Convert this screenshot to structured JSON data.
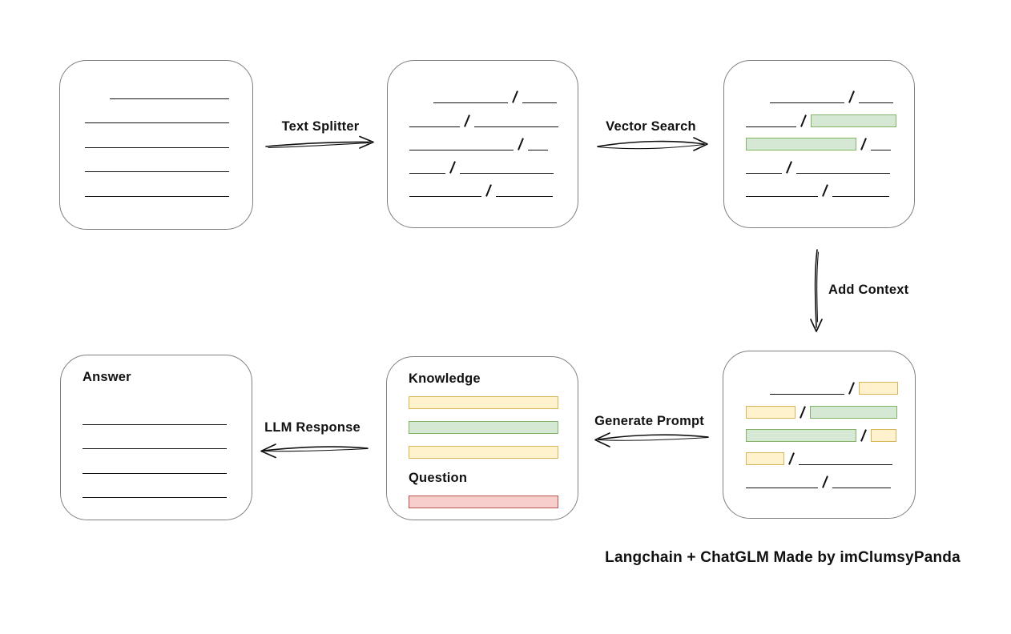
{
  "caption": "Langchain + ChatGLM Made by imClumsyPanda",
  "arrows": {
    "text_splitter": {
      "label": "Text Splitter"
    },
    "vector_search": {
      "label": "Vector Search"
    },
    "add_context": {
      "label": "Add Context"
    },
    "generate_prompt": {
      "label": "Generate Prompt"
    },
    "llm_response": {
      "label": "LLM Response"
    }
  },
  "colors": {
    "green_fill": "#d5e8d4",
    "green_border": "#82b366",
    "yellow_fill": "#fff2cc",
    "yellow_border": "#d6b656",
    "red_fill": "#f8cecc",
    "red_border": "#b85450",
    "box_border": "#7f7f7f",
    "stroke": "#111111"
  },
  "boxes": {
    "document": {
      "lines": [
        {
          "indent": 31,
          "w": 149
        },
        {
          "indent": 0,
          "w": 180
        },
        {
          "indent": 0,
          "w": 180
        },
        {
          "indent": 0,
          "w": 180
        },
        {
          "indent": 0,
          "w": 180
        }
      ]
    },
    "chunks": {
      "rows": [
        {
          "indent": 30,
          "a": {
            "t": "line",
            "w": 93
          },
          "b": {
            "t": "line",
            "w": 43
          }
        },
        {
          "indent": 0,
          "a": {
            "t": "line",
            "w": 63
          },
          "b": {
            "t": "line",
            "w": 105
          }
        },
        {
          "indent": 0,
          "a": {
            "t": "line",
            "w": 130
          },
          "b": {
            "t": "line",
            "w": 25
          }
        },
        {
          "indent": 0,
          "a": {
            "t": "line",
            "w": 45
          },
          "b": {
            "t": "line",
            "w": 117
          }
        },
        {
          "indent": 0,
          "a": {
            "t": "line",
            "w": 90
          },
          "b": {
            "t": "line",
            "w": 71
          }
        }
      ]
    },
    "vector_results": {
      "rows": [
        {
          "indent": 30,
          "a": {
            "t": "line",
            "w": 93
          },
          "b": {
            "t": "line",
            "w": 43
          }
        },
        {
          "indent": 0,
          "a": {
            "t": "line",
            "w": 63
          },
          "b": {
            "t": "box",
            "c": "green",
            "w": 105
          }
        },
        {
          "indent": 0,
          "a": {
            "t": "box",
            "c": "green",
            "w": 136
          },
          "b": {
            "t": "line",
            "w": 25
          }
        },
        {
          "indent": 0,
          "a": {
            "t": "line",
            "w": 45
          },
          "b": {
            "t": "line",
            "w": 117
          }
        },
        {
          "indent": 0,
          "a": {
            "t": "line",
            "w": 90
          },
          "b": {
            "t": "line",
            "w": 71
          }
        }
      ]
    },
    "context": {
      "rows": [
        {
          "indent": 30,
          "a": {
            "t": "line",
            "w": 93
          },
          "b": {
            "t": "box",
            "c": "yellow",
            "w": 47
          }
        },
        {
          "indent": 0,
          "a": {
            "t": "box",
            "c": "yellow",
            "w": 60
          },
          "b": {
            "t": "box",
            "c": "green",
            "w": 107
          }
        },
        {
          "indent": 0,
          "a": {
            "t": "box",
            "c": "green",
            "w": 136
          },
          "b": {
            "t": "box",
            "c": "yellow",
            "w": 30
          }
        },
        {
          "indent": 0,
          "a": {
            "t": "box",
            "c": "yellow",
            "w": 46
          },
          "b": {
            "t": "line",
            "w": 117
          }
        },
        {
          "indent": 0,
          "a": {
            "t": "line",
            "w": 90
          },
          "b": {
            "t": "line",
            "w": 73
          }
        }
      ]
    },
    "prompt": {
      "items": [
        {
          "t": "label",
          "text": "Knowledge"
        },
        {
          "t": "bar",
          "c": "yellow"
        },
        {
          "t": "bar",
          "c": "green"
        },
        {
          "t": "bar",
          "c": "yellow"
        },
        {
          "t": "label",
          "text": "Question"
        },
        {
          "t": "bar",
          "c": "red"
        }
      ]
    },
    "answer": {
      "label": "Answer",
      "lines": [
        {
          "indent": 0,
          "w": 180
        },
        {
          "indent": 0,
          "w": 180
        },
        {
          "indent": 0,
          "w": 180
        },
        {
          "indent": 0,
          "w": 180
        }
      ]
    }
  }
}
